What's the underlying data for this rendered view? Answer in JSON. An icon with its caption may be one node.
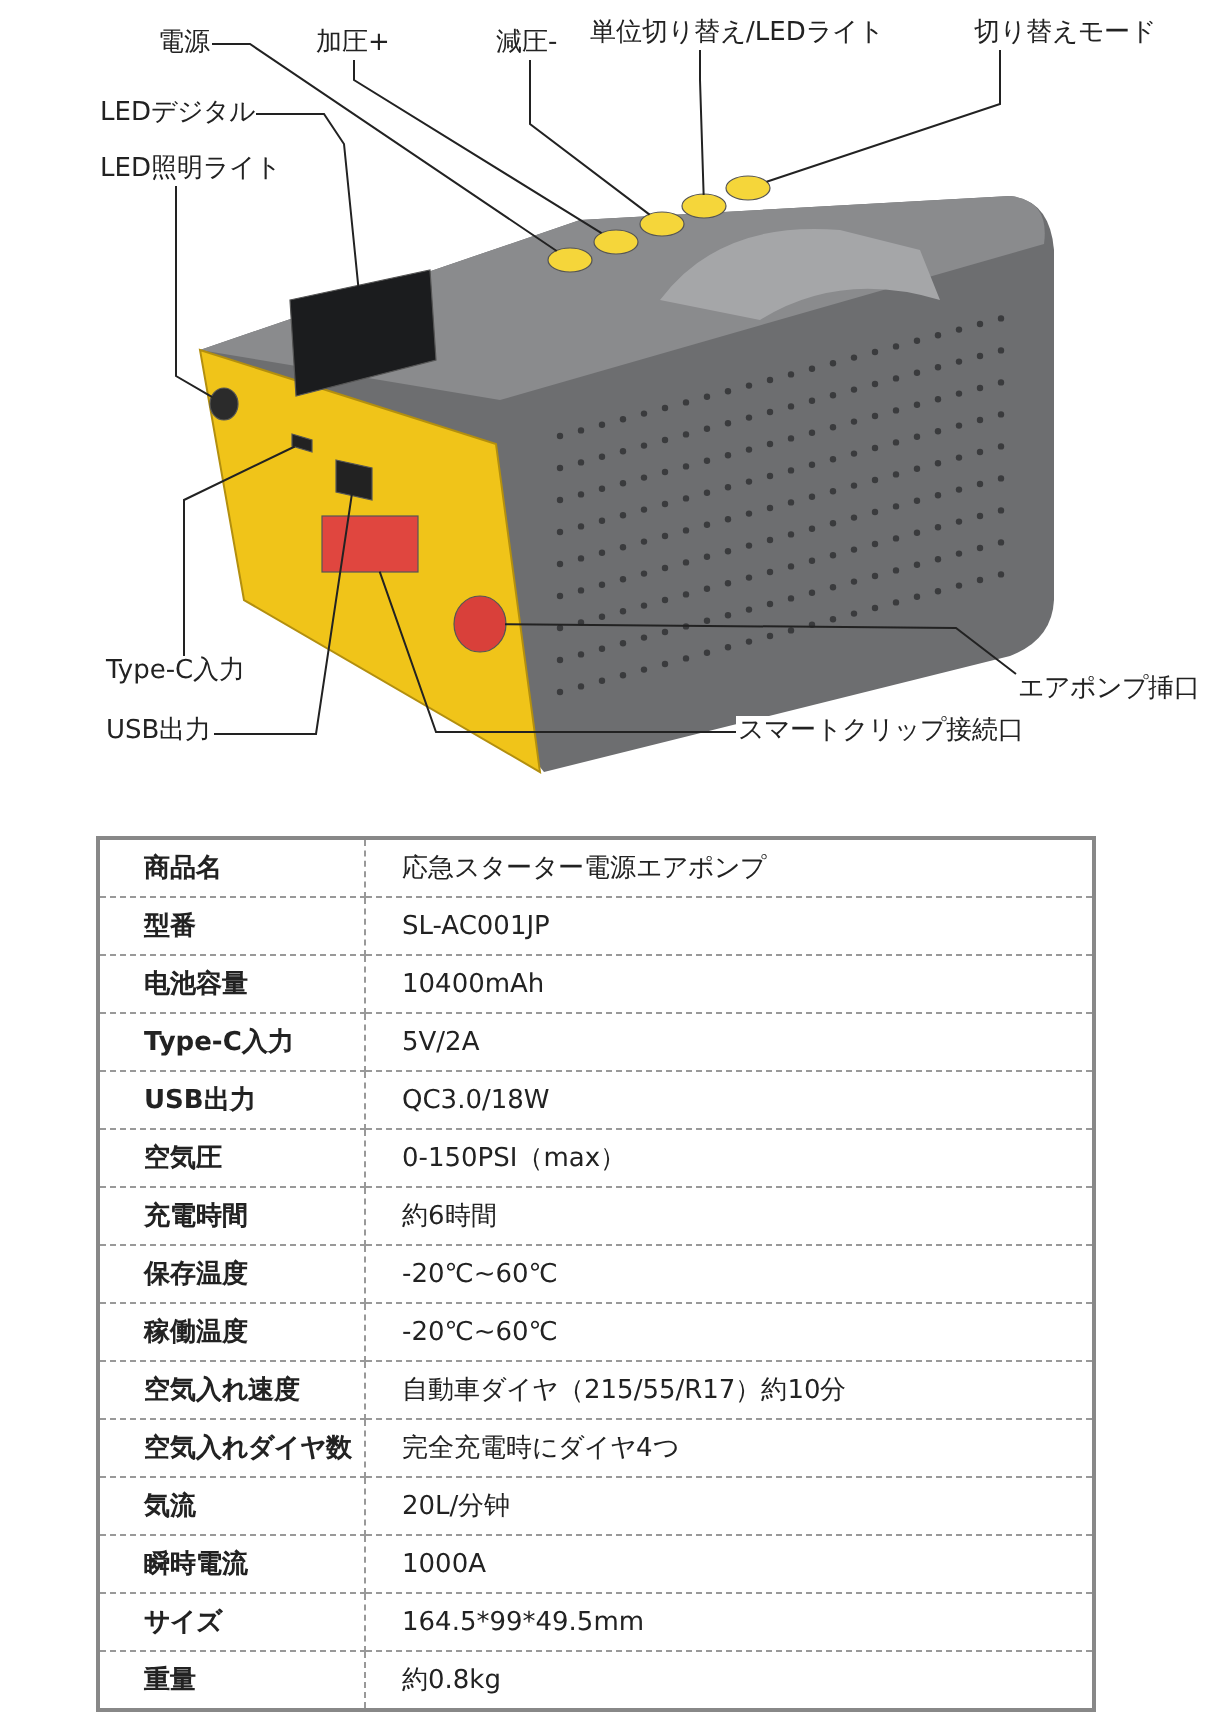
{
  "diagram": {
    "nodes": [
      {
        "text": [
          "電源"
        ]
      },
      {
        "text": [
          "加圧+"
        ]
      },
      {
        "text": [
          "減圧-"
        ]
      },
      {
        "text": [
          "単位切り替え/LEDライト"
        ]
      },
      {
        "text": [
          "切り替えモード"
        ]
      },
      {
        "text": [
          "LEDデジタル"
        ]
      },
      {
        "text": [
          "LED照明ライト"
        ]
      },
      {
        "text": [
          "Type-C入力"
        ]
      },
      {
        "text": [
          "USB出力"
        ]
      },
      {
        "text": [
          "エアポンプ挿口"
        ]
      },
      {
        "text": [
          "スマートクリップ接続口"
        ]
      },
      {
        "text": [],
        "shape": "circle"
      },
      {
        "text": [],
        "shape": "circle"
      },
      {
        "text": [],
        "shape": "circle"
      },
      {
        "text": [],
        "shape": "circle"
      },
      {
        "text": [],
        "shape": "circle"
      },
      {
        "text": [],
        "shape": "box"
      },
      {
        "text": [],
        "shape": "circle"
      },
      {
        "text": [],
        "shape": "box"
      },
      {
        "text": [],
        "shape": "box"
      },
      {
        "text": [],
        "shape": "box"
      },
      {
        "text": [],
        "shape": "circle"
      }
    ],
    "edges": [
      {
        "from": 0,
        "to": 11,
        "arrow": "none"
      },
      {
        "from": 1,
        "to": 12,
        "arrow": "none"
      },
      {
        "from": 2,
        "to": 13,
        "arrow": "none"
      },
      {
        "from": 3,
        "to": 14,
        "arrow": "none"
      },
      {
        "from": 4,
        "to": 15,
        "arrow": "none"
      },
      {
        "from": 5,
        "to": 16,
        "arrow": "none"
      },
      {
        "from": 6,
        "to": 17,
        "arrow": "none"
      },
      {
        "from": 7,
        "to": 18,
        "arrow": "none"
      },
      {
        "from": 8,
        "to": 19,
        "arrow": "none"
      },
      {
        "from": 9,
        "to": 21,
        "arrow": "none"
      },
      {
        "from": 10,
        "to": 20,
        "arrow": "none"
      }
    ],
    "labels": [
      "商品名",
      "応急スターター電源エアポンプ",
      "型番",
      "SL-AC001JP",
      "电池容量",
      "10400mAh",
      "Type-C入力",
      "5V/2A",
      "USB出力",
      "QC3.0/18W",
      "空気圧",
      "0-150PSI（max）",
      "充電時間",
      "約6時間",
      "保存温度",
      "-20℃~60℃",
      "稼働温度",
      "-20℃~60℃",
      "空気入れ速度",
      "自動車ダイヤ（215/55/R17）約10分",
      "空気入れダイヤ数",
      "完全充電時にダイヤ4つ",
      "気流",
      "20L/分钟",
      "瞬時電流",
      "1000A",
      "サイズ",
      "164.5*99*49.5mm",
      "重量",
      "約0.8kg"
    ]
  }
}
